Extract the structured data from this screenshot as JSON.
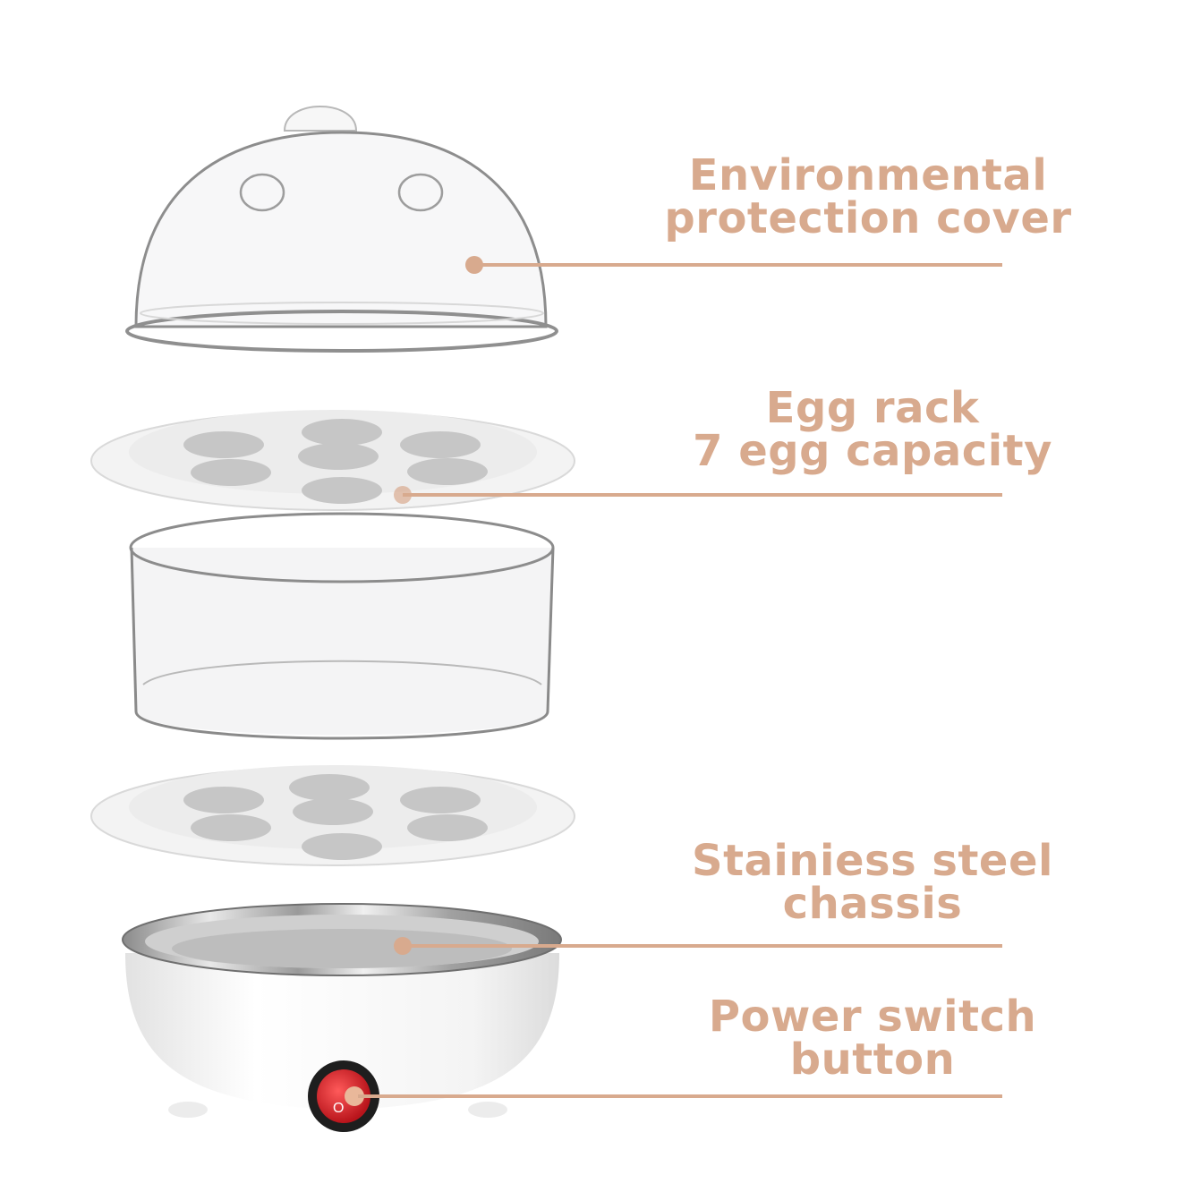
{
  "theme": {
    "accent": "#D8AA8E",
    "background": "#FFFFFF",
    "switch_red": "#D8232A"
  },
  "product": {
    "name": "egg cooker exploded view",
    "parts": [
      "cover",
      "egg rack",
      "steamer bowl",
      "egg rack",
      "stainless steel base"
    ]
  },
  "callouts": [
    {
      "id": "cover",
      "line1": "Environmental",
      "line2": "protection cover"
    },
    {
      "id": "rack",
      "line1": "Egg rack",
      "line2": "7 egg capacity"
    },
    {
      "id": "chassis",
      "line1": "Stainiess steel",
      "line2": "chassis"
    },
    {
      "id": "switch",
      "line1": "Power switch",
      "line2": "button"
    }
  ],
  "switch_glyph": "O"
}
